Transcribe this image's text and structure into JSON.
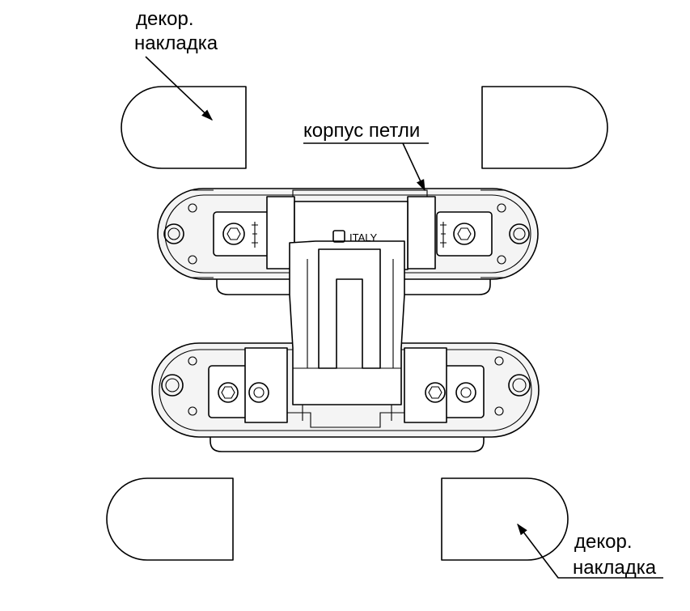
{
  "labels": {
    "top_left_line1": "декор.",
    "top_left_line2": "накладка",
    "body_label": "корпус петли",
    "bottom_right_line1": "декор.",
    "bottom_right_line2": "накладка"
  },
  "hinge": {
    "stamp_text": "ITALY"
  },
  "colors": {
    "line": "#000000",
    "background": "#ffffff"
  }
}
